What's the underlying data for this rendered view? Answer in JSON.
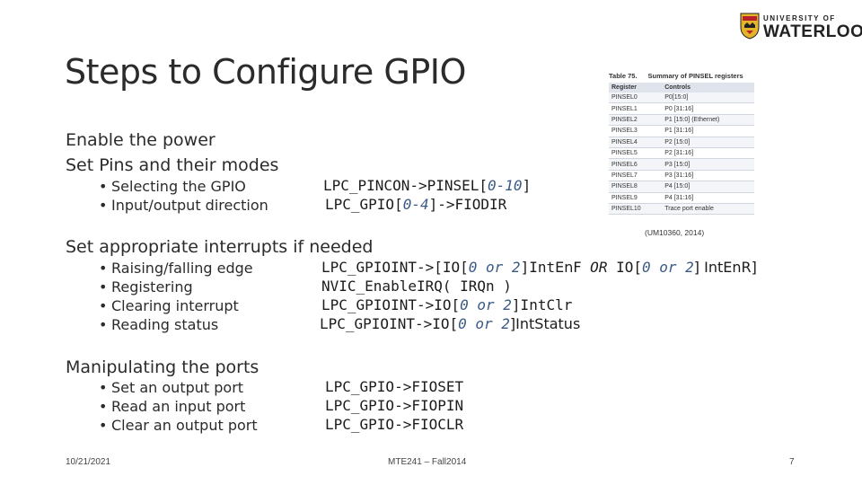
{
  "logo": {
    "line1": "UNIVERSITY OF",
    "line2": "WATERLOO",
    "shield_colors": [
      "#e4b429",
      "#b8202a",
      "#222222"
    ]
  },
  "title": "Steps to Configure GPIO",
  "sections": {
    "power": "Enable the power",
    "pins": {
      "heading": "Set Pins and their modes",
      "bullets": [
        "Selecting the GPIO",
        "Input/output direction"
      ],
      "code": [
        {
          "pre": "LPC_PINCON->PINSEL[",
          "it": "0-10",
          "post": "]"
        },
        {
          "pre": "LPC_GPIO[",
          "it": "0-4",
          "post": "]->FIODIR"
        }
      ]
    },
    "interrupts": {
      "heading": "Set appropriate interrupts if needed",
      "bullets": [
        "Raising/falling edge",
        "Registering",
        "Clearing interrupt",
        "Reading status"
      ],
      "code": [
        {
          "a": "LPC_GPIOINT->[IO[",
          "b": "0 or 2",
          "c": "]Int",
          "d": "En",
          "e": "F",
          "f": " OR ",
          "g": "IO[",
          "h": "0 or 2",
          "i": "] Int",
          "j": "En",
          "k": "R]"
        },
        {
          "a": "NVIC_EnableIRQ( IRQn )"
        },
        {
          "a": "LPC_GPIOINT->IO[",
          "b": "0 or 2",
          "c": "]IntClr"
        },
        {
          "a": "LPC_GPIOINT->IO[",
          "b": "0 or 2",
          "c": "]IntStatus"
        }
      ]
    },
    "ports": {
      "heading": "Manipulating the ports",
      "bullets": [
        "Set an output port",
        "Read an input port",
        "Clear an output port"
      ],
      "code": [
        "LPC_GPIO->FIOSET",
        "LPC_GPIO->FIOPIN",
        "LPC_GPIO->FIOCLR"
      ]
    }
  },
  "pinsel_table": {
    "caption_num": "Table 75.",
    "caption_title": "Summary of PINSEL registers",
    "headers": [
      "Register",
      "Controls"
    ],
    "rows": [
      [
        "PINSEL0",
        "P0[15:0]"
      ],
      [
        "PINSEL1",
        "P0 [31:16]"
      ],
      [
        "PINSEL2",
        "P1 [15:0] (Ethernet)"
      ],
      [
        "PINSEL3",
        "P1 [31:16]"
      ],
      [
        "PINSEL4",
        "P2 [15:0]"
      ],
      [
        "PINSEL5",
        "P2 [31:16]"
      ],
      [
        "PINSEL6",
        "P3 [15:0]"
      ],
      [
        "PINSEL7",
        "P3 [31:16]"
      ],
      [
        "PINSEL8",
        "P4 [15:0]"
      ],
      [
        "PINSEL9",
        "P4 [31:16]"
      ],
      [
        "PINSEL10",
        "Trace port enable"
      ]
    ],
    "citation": "(UM10360, 2014)"
  },
  "footer": {
    "date": "10/21/2021",
    "course": "MTE241 – Fall2014",
    "page": "7"
  }
}
